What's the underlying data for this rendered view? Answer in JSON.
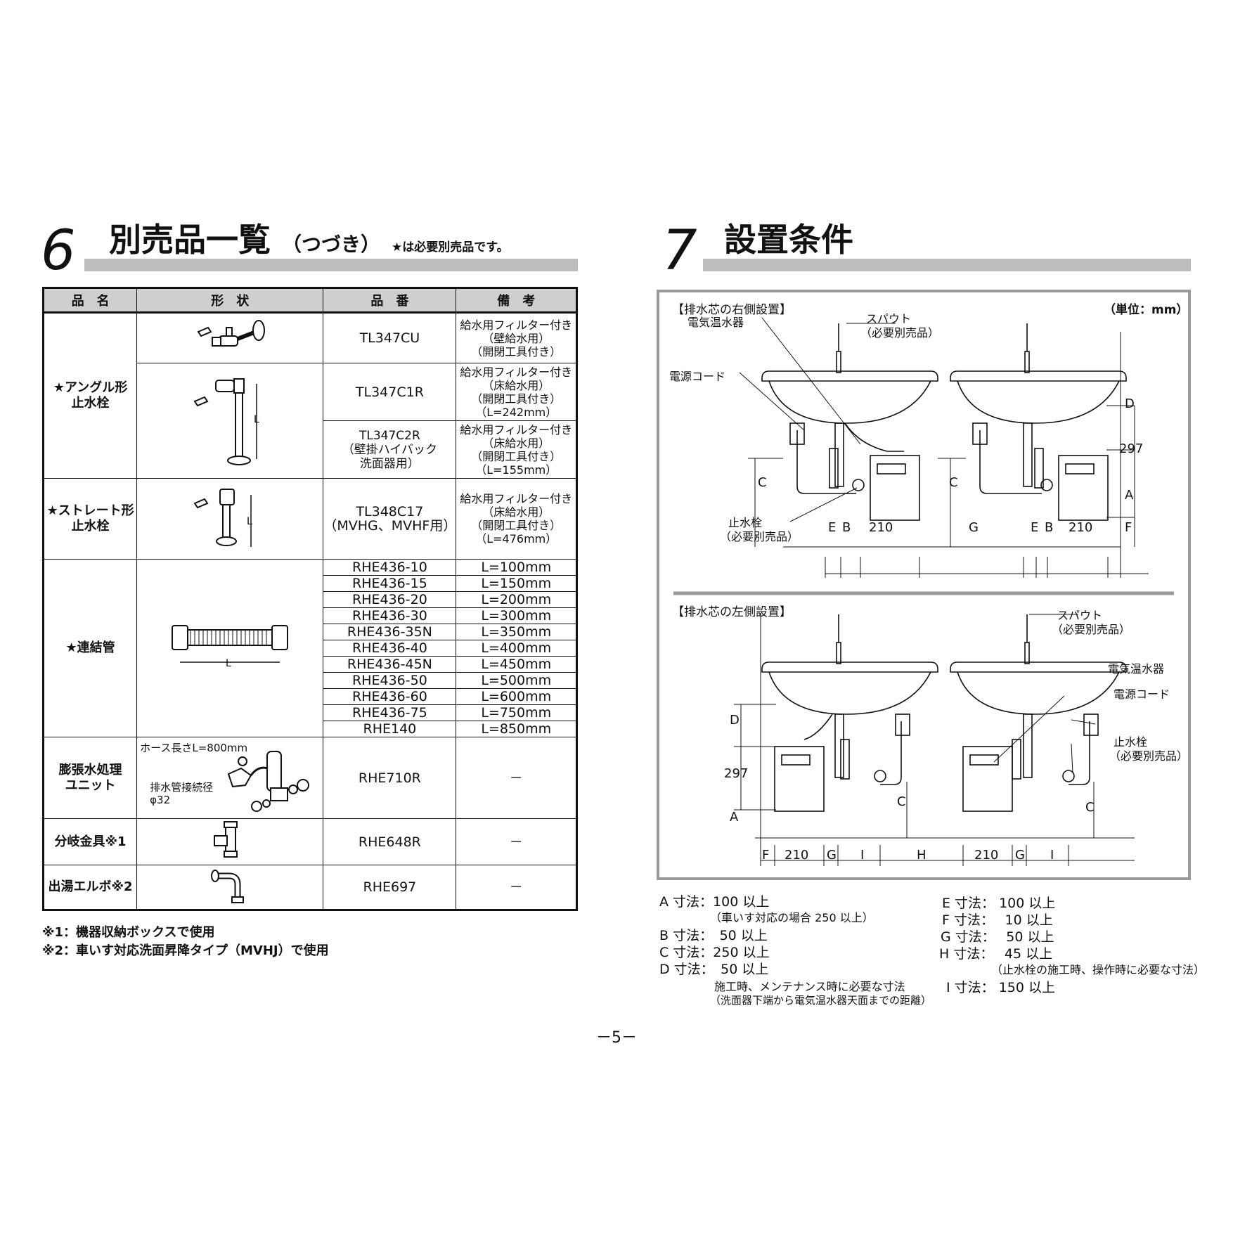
{
  "section6": {
    "number": "6",
    "title": "別売品一覧",
    "subtitle": "（つづき）",
    "note": "★は必要別売品です。",
    "headers": {
      "name": "品　名",
      "shape": "形　状",
      "part_no": "品　番",
      "remarks": "備　考"
    },
    "rows": {
      "angle": {
        "name": "★アングル形\n止水栓",
        "items": [
          {
            "model": "TL347CU",
            "remarks": "給水用フィルター付き\n（壁給水用）\n（開閉工具付き）"
          },
          {
            "model": "TL347C1R",
            "remarks": "給水用フィルター付き\n（床給水用）\n（開閉工具付き）\n（L=242mm）"
          },
          {
            "model": "TL347C2R\n（壁掛ハイバック\n洗面器用）",
            "remarks": "給水用フィルター付き\n（床給水用）\n（開閉工具付き）\n（L=155mm）"
          }
        ]
      },
      "straight": {
        "name": "★ストレート形\n止水栓",
        "model": "TL348C17\n（MVHG、MVHF用）",
        "remarks": "給水用フィルター付き\n（床給水用）\n（開閉工具付き）\n（L=476mm）"
      },
      "connector": {
        "name": "★連結管",
        "items": [
          {
            "model": "RHE436-10",
            "remarks": "L=100mm"
          },
          {
            "model": "RHE436-15",
            "remarks": "L=150mm"
          },
          {
            "model": "RHE436-20",
            "remarks": "L=200mm"
          },
          {
            "model": "RHE436-30",
            "remarks": "L=300mm"
          },
          {
            "model": "RHE436-35N",
            "remarks": "L=350mm"
          },
          {
            "model": "RHE436-40",
            "remarks": "L=400mm"
          },
          {
            "model": "RHE436-45N",
            "remarks": "L=450mm"
          },
          {
            "model": "RHE436-50",
            "remarks": "L=500mm"
          },
          {
            "model": "RHE436-60",
            "remarks": "L=600mm"
          },
          {
            "model": "RHE436-75",
            "remarks": "L=750mm"
          },
          {
            "model": "RHE140",
            "remarks": "L=850mm"
          }
        ]
      },
      "expansion": {
        "name": "膨張水処理\nユニット",
        "shape_label1": "ホース長さL=800mm",
        "shape_label2": "排水管接続径\nφ32",
        "model": "RHE710R",
        "remarks": "－"
      },
      "branch": {
        "name": "分岐金具※1",
        "model": "RHE648R",
        "remarks": "－"
      },
      "elbow": {
        "name": "出湯エルボ※2",
        "model": "RHE697",
        "remarks": "－"
      }
    },
    "footnotes": [
      "※1：機器収納ボックスで使用",
      "※2：車いす対応洗面昇降タイプ（MVHJ）で使用"
    ]
  },
  "section7": {
    "number": "7",
    "title": "設置条件",
    "unit": "（単位：mm）",
    "right_title": "【排水芯の右側設置】",
    "left_title": "【排水芯の左側設置】",
    "labels": {
      "heater": "電気温水器",
      "spout": "スパウト",
      "spout_note": "（必要別売品）",
      "cord": "電源コード",
      "valve": "止水栓",
      "valve_note": "（必要別売品）"
    },
    "dims": {
      "A": "A",
      "B": "B",
      "C": "C",
      "D": "D",
      "E": "E",
      "F": "F",
      "G": "G",
      "H": "H",
      "I": "I",
      "w210": "210",
      "h297": "297"
    },
    "specs": {
      "A": "A 寸法：100 以上",
      "A_sub": "（車いす対応の場合 250 以上）",
      "B": "B 寸法：　50 以上",
      "C": "C 寸法：250 以上",
      "D": "D 寸法：　50 以上",
      "D_sub1": "施工時、メンテナンス時に必要な寸法",
      "D_sub2": "（洗面器下端から電気温水器天面までの距離）",
      "E": "E 寸法：  100 以上",
      "F": "F 寸法：　 10 以上",
      "G": "G 寸法：　 50 以上",
      "H": "H 寸法：　 45 以上",
      "H_sub": "（止水栓の施工時、操作時に必要な寸法）",
      "I": "I 寸法：  150 以上"
    }
  },
  "page_number": "－5－"
}
